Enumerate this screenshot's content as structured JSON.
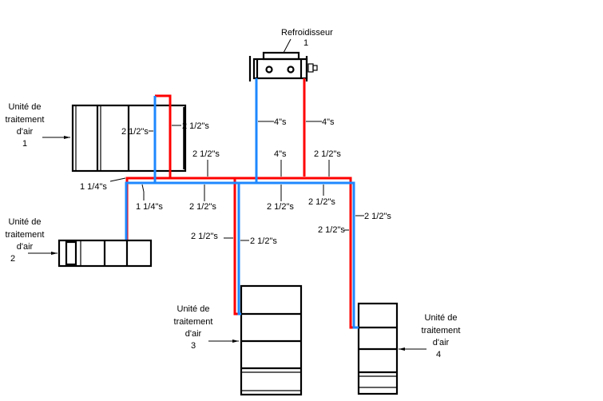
{
  "colors": {
    "supply": "#ff0000",
    "return": "#1e88ff",
    "equipment": "#000000"
  },
  "chiller": {
    "name": "Refroidisseur",
    "number": "1"
  },
  "air_handlers": [
    {
      "line1": "Unité de",
      "line2": "traitement",
      "line3": "d'air",
      "number": "1"
    },
    {
      "line1": "Unité de",
      "line2": "traitement",
      "line3": "d'air",
      "number": "2"
    },
    {
      "line1": "Unité de",
      "line2": "traitement",
      "line3": "d'air",
      "number": "3"
    },
    {
      "line1": "Unité de",
      "line2": "traitement",
      "line3": "d'air",
      "number": "4"
    }
  ],
  "pipe_sizes": {
    "chiller_return": "4\"s",
    "chiller_supply": "4\"s",
    "main_top_mid": "4\"s",
    "main_top_right": "2 1/2\"s",
    "main_top_left": "2 1/2\"s",
    "ahu1_return": "2 1/2\"s",
    "ahu1_supply": "2 1/2\"s",
    "ahu2_branch_top": "1 1/4\"s",
    "ahu2_branch_bottom": "1 1/4\"s",
    "main_bottom_left": "2 1/2\"s",
    "main_bottom_mid": "2 1/2\"s",
    "main_bottom_right": "2 1/2\"s",
    "ahu3_supply": "2 1/2\"s",
    "ahu3_return": "2 1/2\"s",
    "ahu4_return": "2 1/2\"s",
    "ahu4_supply": "2 1/2\"s"
  }
}
